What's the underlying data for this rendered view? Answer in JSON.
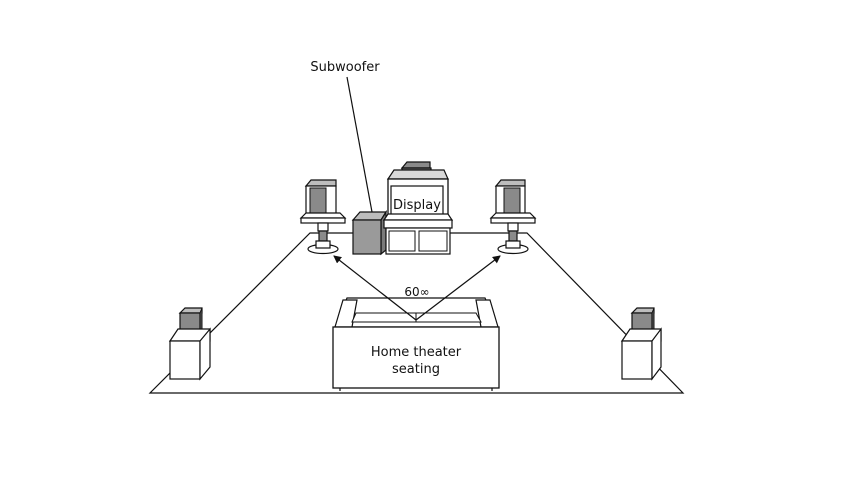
{
  "labels": {
    "subwoofer": "Subwoofer",
    "display": "Display",
    "angle": "60∞",
    "seating_line1": "Home theater",
    "seating_line2": "seating"
  },
  "colors": {
    "line": "#111111",
    "speaker_gray": "#9a9a9a",
    "speaker_dark": "#6f6f6f",
    "background": "#ffffff"
  }
}
